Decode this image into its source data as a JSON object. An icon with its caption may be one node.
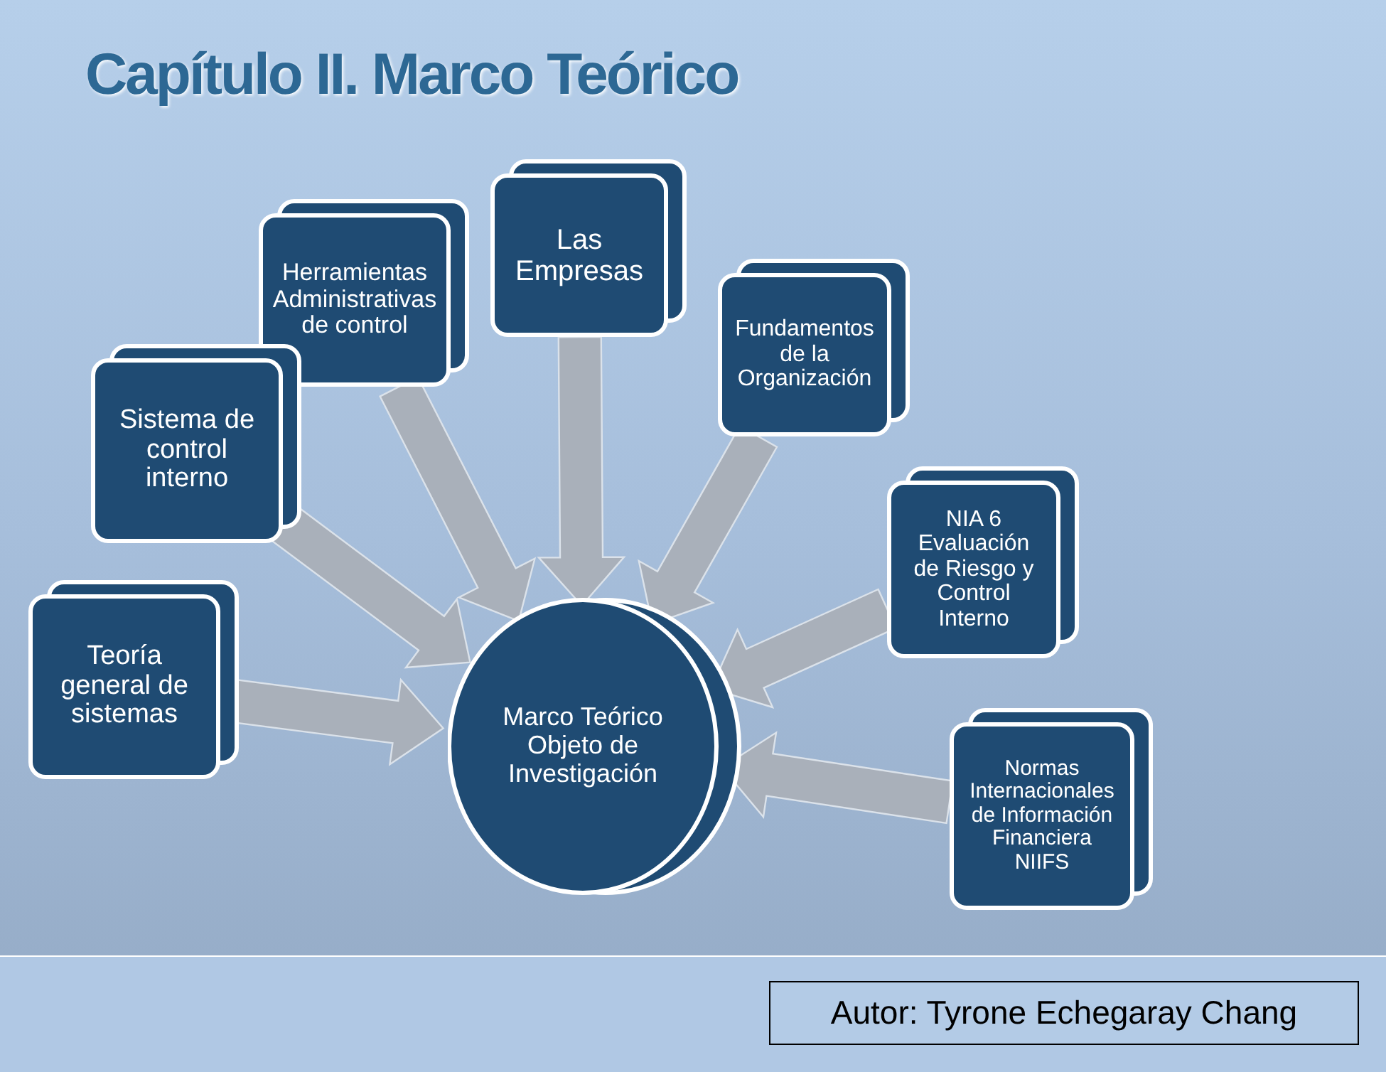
{
  "diagram": {
    "title": "Capítulo II. Marco Teórico",
    "nodes": [
      {
        "text": [
          "Las Empresas"
        ]
      },
      {
        "text": [
          "Herramientas Administrativas de control"
        ]
      },
      {
        "text": [
          "Fundamentos de la Organización"
        ]
      },
      {
        "text": [
          "Sistema de control interno"
        ]
      },
      {
        "text": [
          "NIA 6 Evaluación de Riesgo y Control Interno"
        ]
      },
      {
        "text": [
          "Teoría general de sistemas"
        ]
      },
      {
        "text": [
          "Marco Teórico Objeto de Investigación"
        ]
      },
      {
        "text": [
          "Normas Internacionales de Información Financiera NIIFS"
        ]
      },
      {
        "text": [
          "Autor: Tyrone Echegaray Chang"
        ]
      }
    ],
    "edges": [
      {
        "from": 0,
        "to": 6,
        "arrow": "to"
      },
      {
        "from": 1,
        "to": 6,
        "arrow": "to"
      },
      {
        "from": 2,
        "to": 6,
        "arrow": "to"
      },
      {
        "from": 3,
        "to": 6,
        "arrow": "to"
      },
      {
        "from": 4,
        "to": 6,
        "arrow": "to"
      },
      {
        "from": 5,
        "to": 6,
        "arrow": "to"
      },
      {
        "from": 7,
        "to": 6,
        "arrow": "to"
      }
    ]
  }
}
